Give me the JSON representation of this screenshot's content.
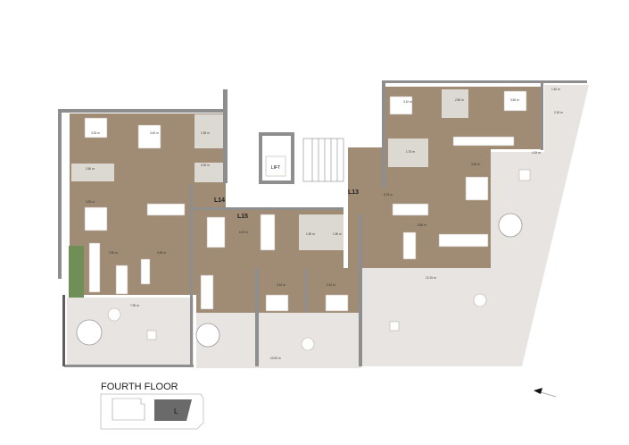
{
  "plan": {
    "floor_title": "FOURTH FLOOR",
    "key_plan_label": "L",
    "lift_label": "LIFT",
    "units": {
      "l13": "L13",
      "l14": "L14",
      "l15": "L15"
    },
    "dimensions": {
      "d1": "3.25 m",
      "d2": "3.40 m",
      "d3": "1.95 m",
      "d4": "2.00 m",
      "d5": "2.50 m",
      "d6": "3.25 m",
      "d7": "2.50 m",
      "d8": "4.90 m",
      "d9": "7.90 m",
      "d10": "6.10 m",
      "d11": "3.10 m",
      "d12": "3.10 m",
      "d13": "10.90 m",
      "d14": "3.10 m",
      "d15": "2.50 m",
      "d16": "3.50 m",
      "d17": "1.40 m",
      "d18": "2.15 m",
      "d19": "1.75 m",
      "d20": "4.15 m",
      "d21": "3.25 m",
      "d22": "5.75 m",
      "d23": "6.80 m",
      "d24": "12.15 m",
      "d25": "1.90 m",
      "d26": "1.90 m"
    },
    "colors": {
      "floor_wood": "#a08b74",
      "terrace": "#e7e4e1",
      "wall": "#8e8e8e",
      "key_highlight": "#6a6a6a"
    },
    "north_arrow_icon": "arrow-icon"
  }
}
